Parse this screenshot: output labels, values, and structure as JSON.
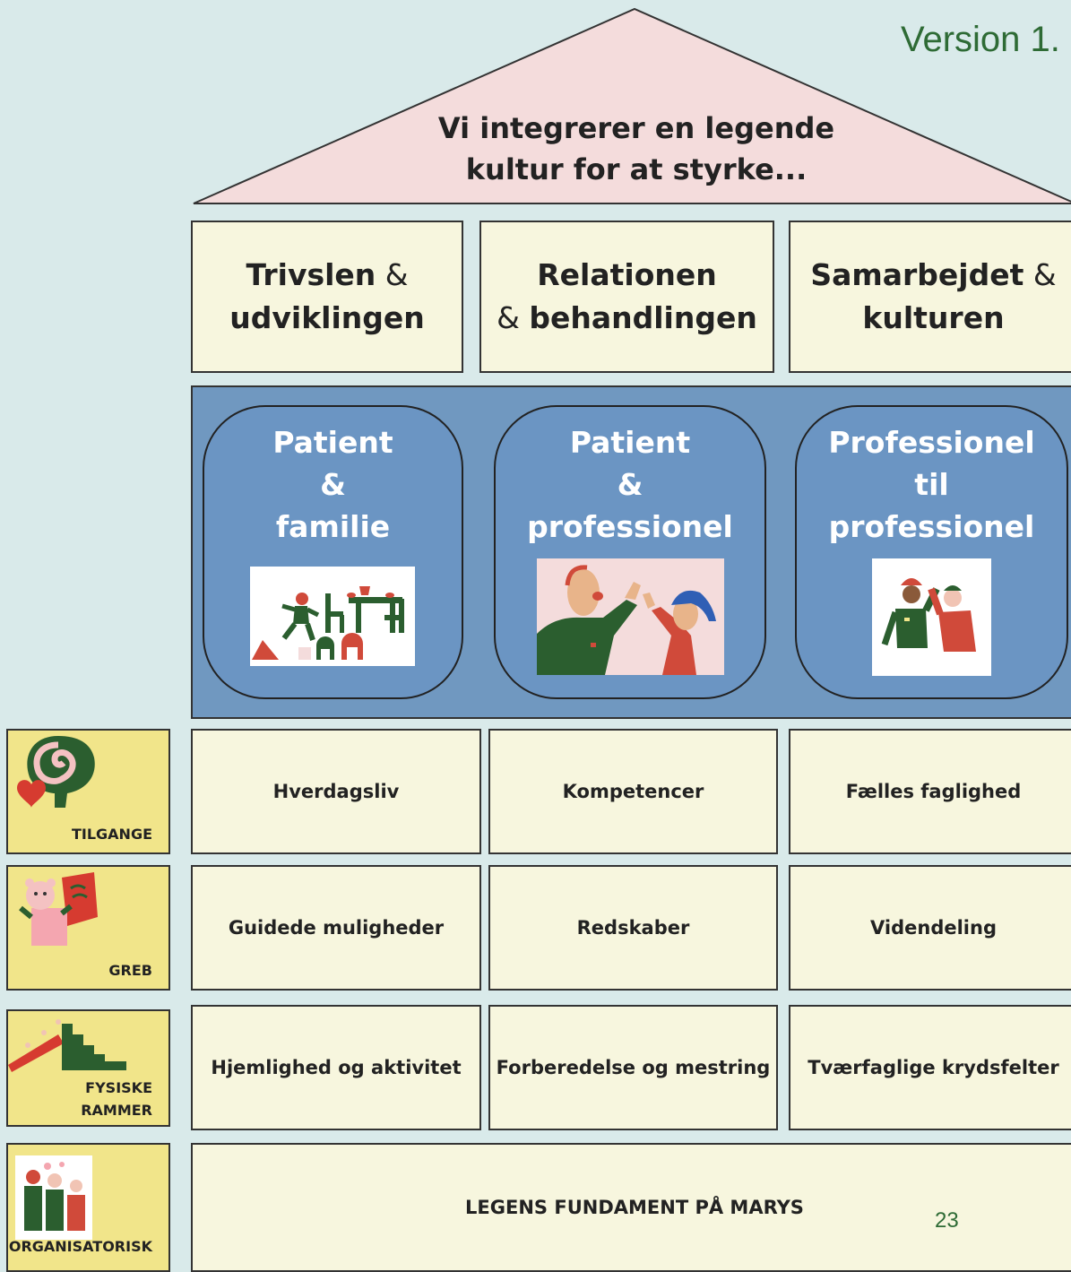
{
  "version": "Version 1.",
  "roof": {
    "line1": "Vi integrerer en legende",
    "line2": "kultur for at styrke..."
  },
  "pillars": [
    {
      "bold1": "Trivslen",
      "amp": " &",
      "bold2": "udviklingen"
    },
    {
      "bold1": "Relationen",
      "amp": "& ",
      "bold2": "behandlingen"
    },
    {
      "bold1": "Samarbejdet",
      "amp": " &",
      "bold2": "kulturen"
    }
  ],
  "relations": [
    {
      "l1": "Patient",
      "l2": "&",
      "l3": "familie"
    },
    {
      "l1": "Patient",
      "l2": "&",
      "l3": "professionel"
    },
    {
      "l1": "Professionel",
      "l2": "til",
      "l3": "professionel"
    }
  ],
  "rows": [
    {
      "label": "TILGANGE",
      "cells": [
        "Hverdagsliv",
        "Kompetencer",
        "Fælles faglighed"
      ]
    },
    {
      "label": "GREB",
      "cells": [
        "Guidede muligheder",
        "Redskaber",
        "Videndeling"
      ]
    },
    {
      "label1": "FYSISKE",
      "label2": "RAMMER",
      "cells": [
        "Hjemlighed og aktivitet",
        "Forberedelse og mestring",
        "Tværfaglige krydsfelter"
      ]
    },
    {
      "label": "ORGANISATORISK",
      "foundation": "LEGENS FUNDAMENT PÅ MARYS"
    }
  ],
  "page_number": "23",
  "colors": {
    "roof": "#f4dcdc",
    "pillar": "#f7f6de",
    "band": "#7098c0",
    "side": "#f1e58a",
    "accent_green": "#2e6b35"
  },
  "icons": [
    "brain-heart-icon",
    "animal-book-icon",
    "slide-stairs-icon",
    "group-people-icon"
  ]
}
